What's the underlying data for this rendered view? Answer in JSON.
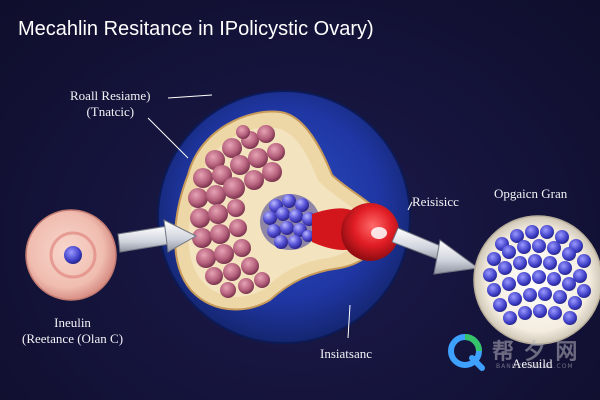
{
  "title": "Mecahlin Resitance in IPolicystic Ovary)",
  "labels": {
    "top_left_line1": "Roall Resiame)",
    "top_left_line2": "(Tnatcic)",
    "bottom_left_line1": "Ineulin",
    "bottom_left_line2": "(Reetance (Olan C)",
    "bottom_center": "Insiatsanc",
    "right_resistance": "Reisisicc",
    "far_right": "Opgaicn Gran",
    "bottom_right": "Aesuild"
  },
  "watermark": {
    "text": "帮 夕 网",
    "subtext": "BANGZHIWANG.COM"
  },
  "colors": {
    "background": "#14133a",
    "ovary_blue": "#1f3aa8",
    "cell_pink": "#b8657e",
    "red_bulb": "#e11d24",
    "granule_blue": "#4a4fd6",
    "left_cell": "#f2c4b8"
  }
}
